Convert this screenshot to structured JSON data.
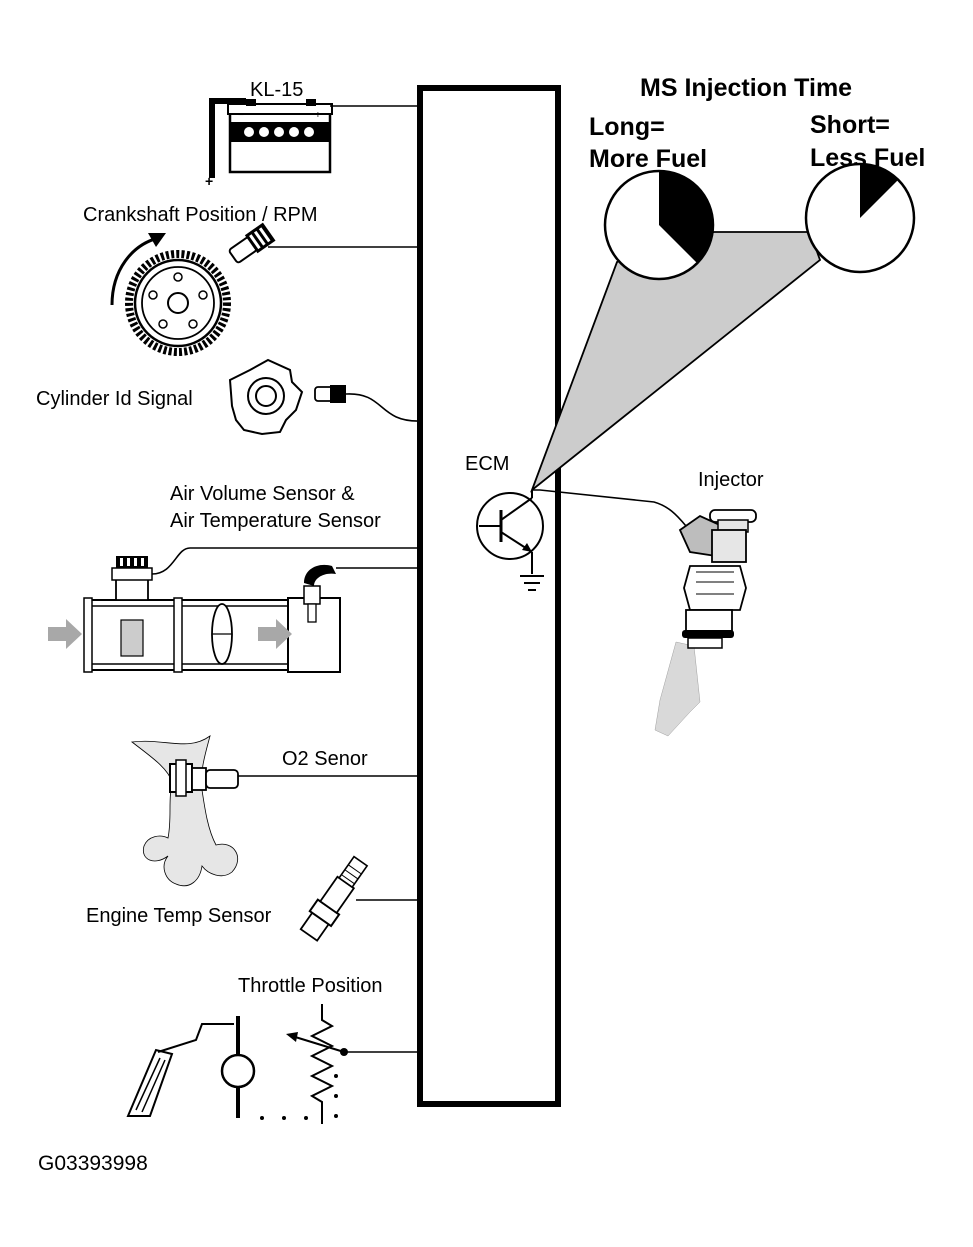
{
  "labels": {
    "battery": "KL-15",
    "crankshaft": "Crankshaft Position / RPM",
    "cylinder_id": "Cylinder Id Signal",
    "air_volume_line1": "Air Volume Sensor &",
    "air_volume_line2": "Air Temperature Sensor",
    "o2": "O2 Senor",
    "engine_temp": "Engine Temp Sensor",
    "throttle": "Throttle Position",
    "ecm": "ECM",
    "injector": "Injector",
    "figure_id": "G03393998"
  },
  "injection_time": {
    "title": "MS Injection Time",
    "long_line1": "Long=",
    "long_line2": "More Fuel",
    "short_line1": "Short=",
    "short_line2": "Less Fuel"
  },
  "colors": {
    "line": "#000000",
    "fill_gray": "#cccccc",
    "light_gray": "#e6e6e6",
    "arrow_gray": "#a8a8a8"
  }
}
